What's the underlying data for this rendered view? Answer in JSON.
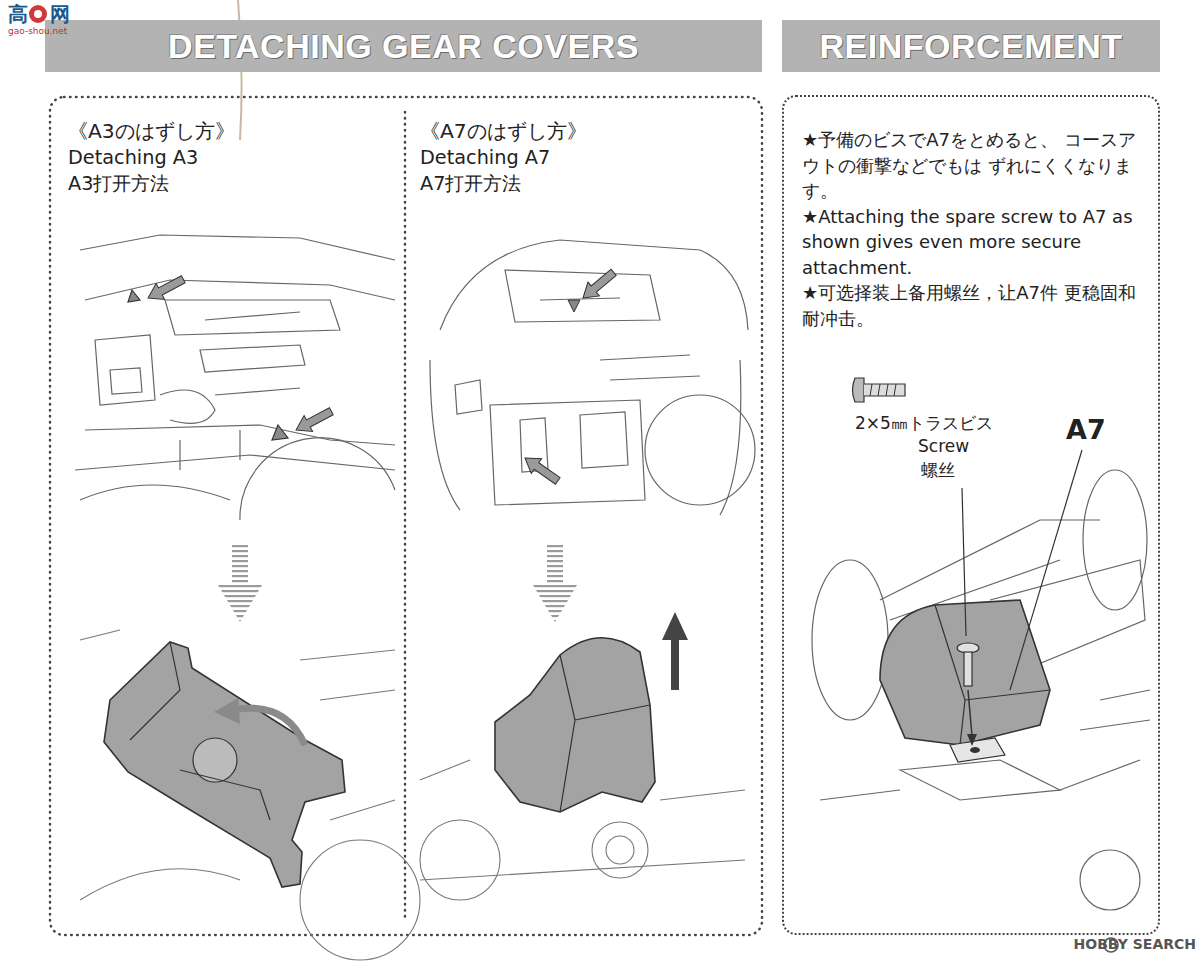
{
  "diagram": {
    "nodes": [
      {
        "text": [
          "DETACHING GEAR COVERS"
        ]
      },
      {
        "text": [
          "REINFORCEMENT"
        ]
      },
      {
        "text": [
          "《A3のはずし方》",
          "Detaching A3",
          "A3打开方法"
        ]
      },
      {
        "text": [
          "《A7のはずし方》",
          "Detaching A7",
          "A7打开方法"
        ]
      },
      {
        "text": [
          "★予備のビスでA7をとめると、 コースアウトの衝撃などでもは ずれにくくなります。",
          "★Attaching the spare screw to A7 as shown gives even more secure attachment.",
          "★可选择装上备用螺丝，让A7件 更稳固和耐冲击。"
        ]
      }
    ],
    "labels": [
      "2×5㎜トラスビス",
      "Screw",
      "螺丝",
      "A7",
      "高",
      "网",
      "gao-shou.net",
      "HOBBY SEARCH"
    ]
  }
}
